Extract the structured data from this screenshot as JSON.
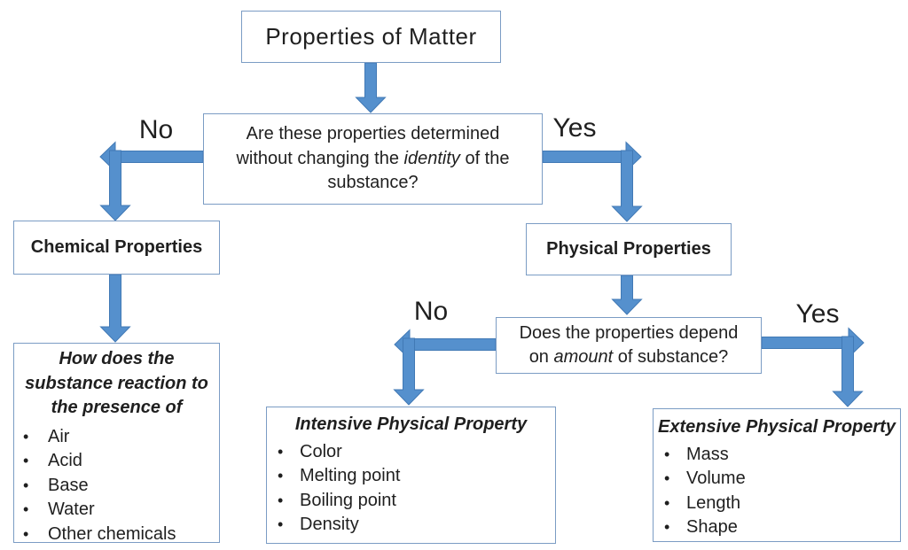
{
  "palette": {
    "arrow_fill": "#5590cd",
    "arrow_stroke": "#4179b5",
    "box_border": "#7b9cc4",
    "text": "#1f1f1f",
    "background": "#ffffff"
  },
  "icons": {
    "bullet": "•"
  },
  "nodes": {
    "title": {
      "text": "Properties of Matter"
    },
    "q1": {
      "line1": "Are these properties determined",
      "line2_pre": "without changing the ",
      "line2_italic": "identity",
      "line2_post": " of the",
      "line3": "substance?"
    },
    "chemical": {
      "text": "Chemical Properties"
    },
    "physical": {
      "text": "Physical Properties"
    },
    "q2": {
      "line1": "Does the properties depend",
      "line2_pre": "on ",
      "line2_italic": "amount",
      "line2_post": " of substance?"
    },
    "how": {
      "heading_lines": [
        "How does the",
        "substance reaction to",
        "the presence of"
      ],
      "items": [
        "Air",
        "Acid",
        "Base",
        "Water",
        "Other chemicals"
      ]
    },
    "intensive": {
      "heading": "Intensive Physical Property",
      "items": [
        "Color",
        "Melting point",
        "Boiling point",
        "Density"
      ]
    },
    "extensive": {
      "heading": "Extensive Physical Property",
      "items": [
        "Mass",
        "Volume",
        "Length",
        "Shape"
      ]
    }
  },
  "labels": {
    "no1": "No",
    "yes1": "Yes",
    "no2": "No",
    "yes2": "Yes"
  }
}
